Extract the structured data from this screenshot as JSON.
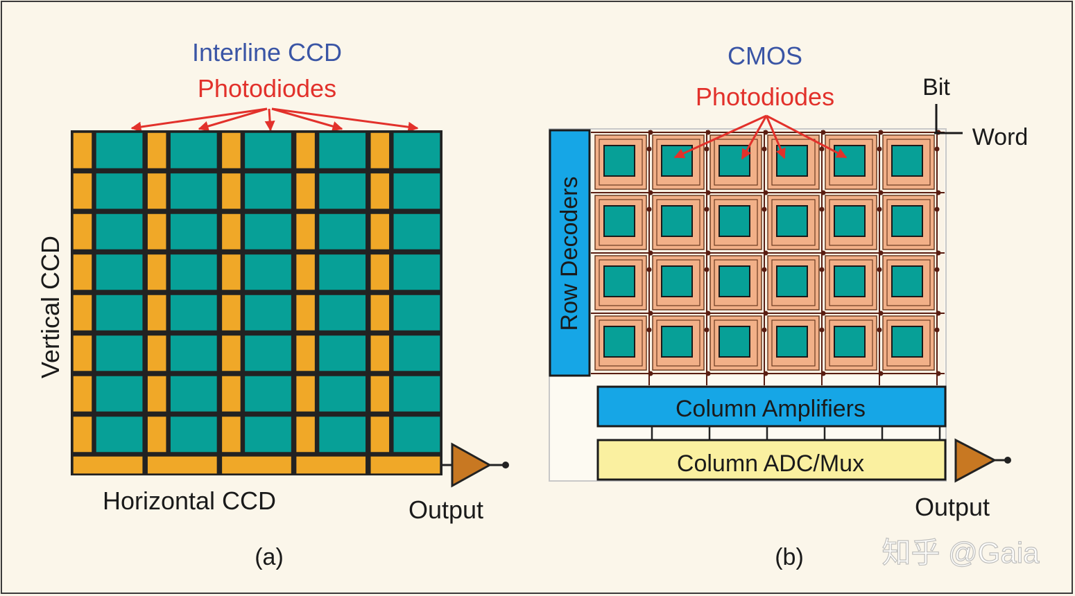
{
  "colors": {
    "background": "#fbf6ea",
    "frame": "#3a3a3a",
    "ccd_register": "#f0a828",
    "photodiode": "#07a097",
    "cmos_pixel": "#f2b088",
    "amplifiers": "#16a6e6",
    "adc": "#faf0a0",
    "buffer": "#c87822",
    "blue_text": "#3a55a5",
    "red_text": "#e2312b",
    "wire": "#5a1e12"
  },
  "panel_a": {
    "title": "Interline CCD",
    "photodiodes_label": "Photodiodes",
    "vertical_label": "Vertical CCD",
    "horizontal_label": "Horizontal CCD",
    "output_label": "Output",
    "caption": "(a)",
    "grid": {
      "rows": 8,
      "columns": 5
    }
  },
  "panel_b": {
    "title": "CMOS",
    "photodiodes_label": "Photodiodes",
    "bit_label": "Bit",
    "word_label": "Word",
    "row_decoders_label": "Row Decoders",
    "column_amplifiers_label": "Column Amplifiers",
    "column_adc_label": "Column ADC/Mux",
    "output_label": "Output",
    "caption": "(b)",
    "grid": {
      "rows": 4,
      "columns": 6
    }
  },
  "watermark": "知乎 @Gaia"
}
